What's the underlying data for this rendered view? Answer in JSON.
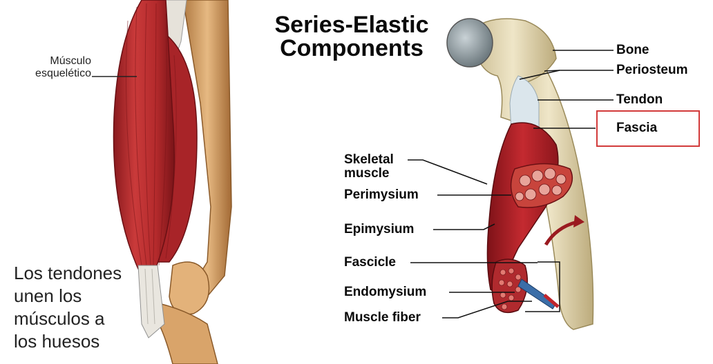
{
  "left_panel": {
    "label_lines": [
      "Músculo",
      "esquelético"
    ],
    "caption_lines": [
      "Los tendones",
      "unen los",
      "músculos a",
      "los huesos"
    ]
  },
  "right_panel": {
    "title_lines": [
      "Series-Elastic",
      "Components"
    ],
    "labels": {
      "bone": "Bone",
      "periosteum": "Periosteum",
      "tendon": "Tendon",
      "fascia": "Fascia",
      "skeletal_muscle_lines": [
        "Skeletal",
        "muscle"
      ],
      "perimysium": "Perimysium",
      "epimysium": "Epimysium",
      "fascicle": "Fascicle",
      "endomysium": "Endomysium",
      "muscle_fiber": "Muscle fiber"
    },
    "highlighted_label": "fascia",
    "highlight_color": "#d23a3a"
  },
  "colors": {
    "muscle": "#b8232a",
    "muscle_dark": "#7e1218",
    "tendon": "#e8e2d6",
    "bone": "#e6dcc0",
    "bone_shadow": "#c8b98e",
    "bone_head": "#8e9aa0"
  }
}
